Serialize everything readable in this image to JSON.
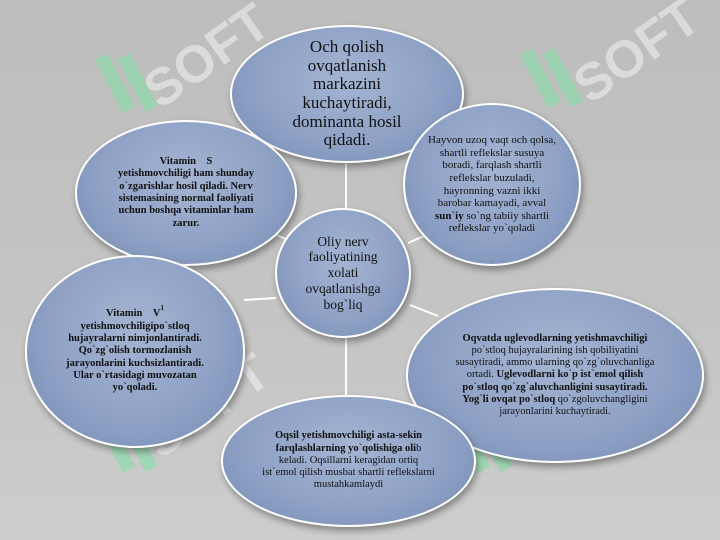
{
  "center": {
    "text": "Oliy nerv faoliyatining xolati ovqatlanishga bog`liq"
  },
  "top": {
    "text": "Och qolish ovqatlanish markazini kuchaytiradi, dominanta hosil qidadi."
  },
  "upper_left": {
    "line1_part1": "Vitamin",
    "line1_part2": "S",
    "rest": "yetishmovchiligi ham shunday o`zgarishlar hosil qiladi. Nerv sistemasining normal faoliyati uchun boshqa vitaminlar ham zarur."
  },
  "upper_right": {
    "part1": "Hayvon uzoq vaqt och qolsa, shartli reflekslar susuya boradi, farqlash shartli reflekslar buzuladi, hayronning vazni ikki barobar kamayadi, avval",
    "part2_bold": "sun`iy",
    "part3": "so`ng tabiiy shartli reflekslar yo`qoladi"
  },
  "lower_left": {
    "line1_part1": "Vitamin",
    "line1_part2": "V",
    "line1_sub": "1",
    "rest": "yetishmovchiligipo`stloq hujayralarni nimjonlantiradi. Qo`zg`olish tormozlanish jarayonlarini kuchsizlantiradi. Ular o`rtasidagi muvozatan yo`qoladi."
  },
  "lower_right": {
    "bold1": "Oqvatda uglevodlarning yetishmavchiligi",
    "normal1": "po`stloq hujayralarining ish qobiliyatini susaytiradi, ammo ularning qo`zg`oluvchanliga ortadi.",
    "bold2": "Uglevodlarni ko`p ist`emol qilish po`stloq qo`zg`aluvchanligini susaytiradi. Yog`li ovqat po`stloq",
    "normal2": "qo`zgoluvchangligini jarayonlarini kuchaytiradi."
  },
  "bottom": {
    "bold1": "Oqsil yetishmovchiligi asta-sekin farqlashlarning yo`qolishiga oli",
    "normal1": "b keladi. Oqsillarni keragidan ortiq ist`emol qilish musbat shartli reflekslarni mustahkamlaydi"
  },
  "watermark": {
    "text": "SOFT",
    "color": "#7fe0a3"
  },
  "colors": {
    "oval_fill": "#8fa2c6",
    "oval_border": "#ffffff",
    "background": "#c4c4c4"
  }
}
